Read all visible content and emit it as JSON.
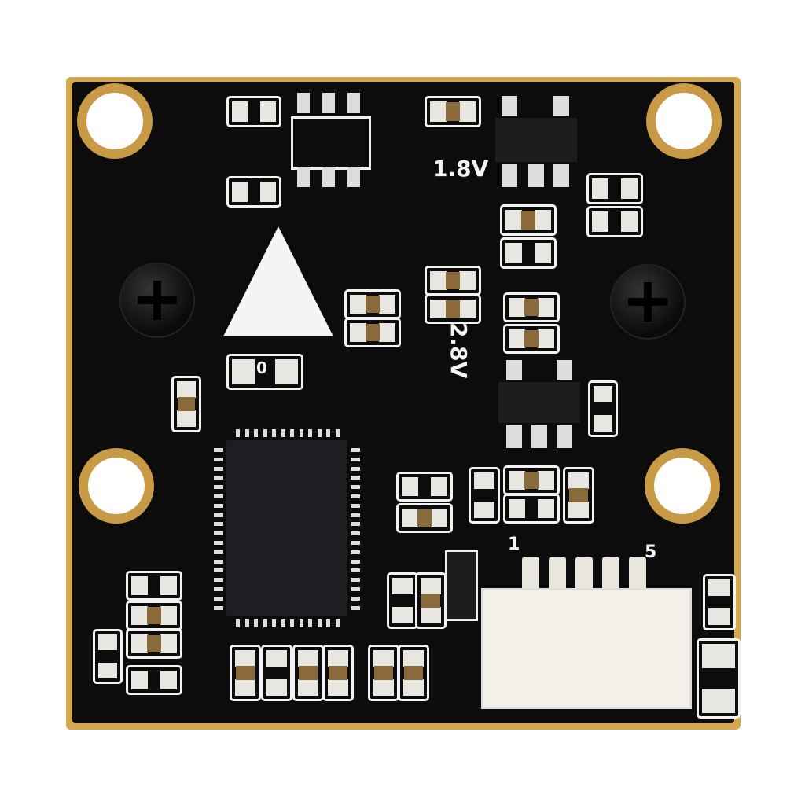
{
  "image": {
    "subject": "Camera module PCB, rear view",
    "silkscreen_labels": {
      "voltage_top": "1.8V",
      "voltage_mid": "2.8V",
      "resistor_zero": "0",
      "connector_pin_first": "1",
      "connector_pin_last": "5"
    },
    "colors": {
      "solder_mask": "#0c0c0c",
      "gold_edge": "#d4a94e",
      "silkscreen": "#f4f4f4",
      "connector": "#f4f1ea"
    }
  }
}
